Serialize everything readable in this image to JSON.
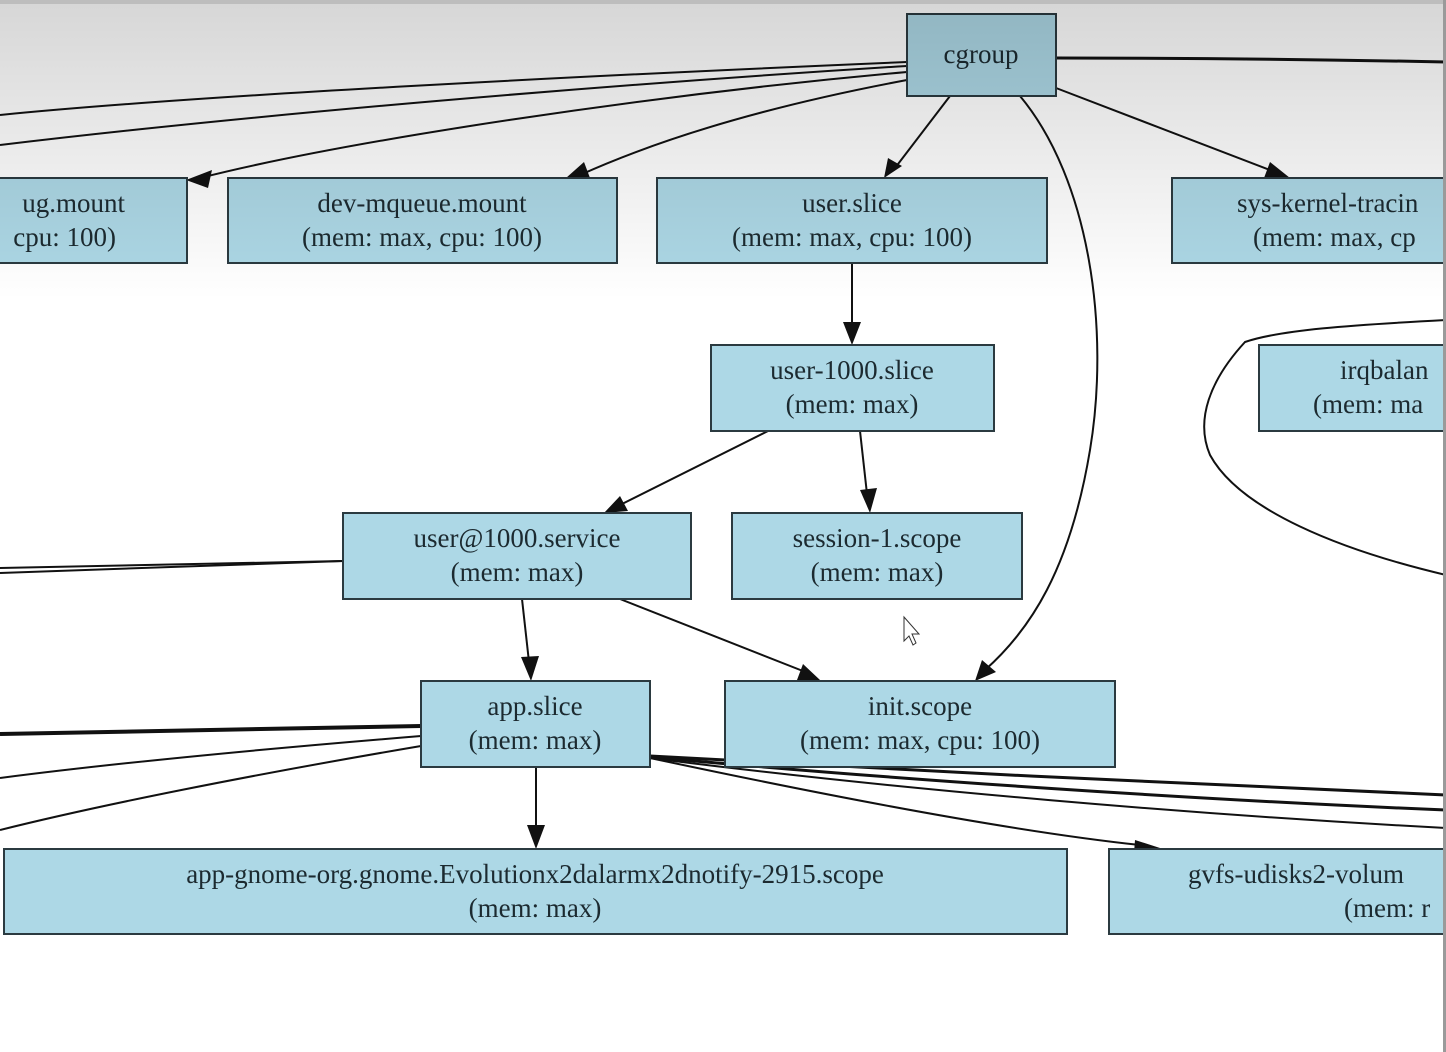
{
  "diagram": {
    "colors": {
      "node_fill": "#add8e6",
      "node_stroke": "#2b3a40",
      "edge": "#111111",
      "background": "#ffffff"
    },
    "nodes": {
      "cgroup": {
        "line1": "cgroup"
      },
      "debug_mount": {
        "line1": "ug.mount",
        "line2": "cpu: 100)"
      },
      "dev_mqueue": {
        "line1": "dev-mqueue.mount",
        "line2": "(mem: max, cpu: 100)"
      },
      "user_slice": {
        "line1": "user.slice",
        "line2": "(mem: max, cpu: 100)"
      },
      "sys_kernel_tracing": {
        "line1": "sys-kernel-tracin",
        "line2": "(mem: max, cp"
      },
      "user_1000_slice": {
        "line1": "user-1000.slice",
        "line2": "(mem: max)"
      },
      "irqbalance": {
        "line1": "irqbalan",
        "line2": "(mem: ma"
      },
      "user_1000_service": {
        "line1": "user@1000.service",
        "line2": "(mem: max)"
      },
      "session_1_scope": {
        "line1": "session-1.scope",
        "line2": "(mem: max)"
      },
      "app_slice": {
        "line1": "app.slice",
        "line2": "(mem: max)"
      },
      "init_scope": {
        "line1": "init.scope",
        "line2": "(mem: max, cpu: 100)"
      },
      "evolution_scope": {
        "line1": "app-gnome-org.gnome.Evolutionx2dalarmx2dnotify-2915.scope",
        "line2": "(mem: max)"
      },
      "gvfs_udisks2": {
        "line1": "gvfs-udisks2-volum",
        "line2": "(mem: r"
      }
    }
  }
}
